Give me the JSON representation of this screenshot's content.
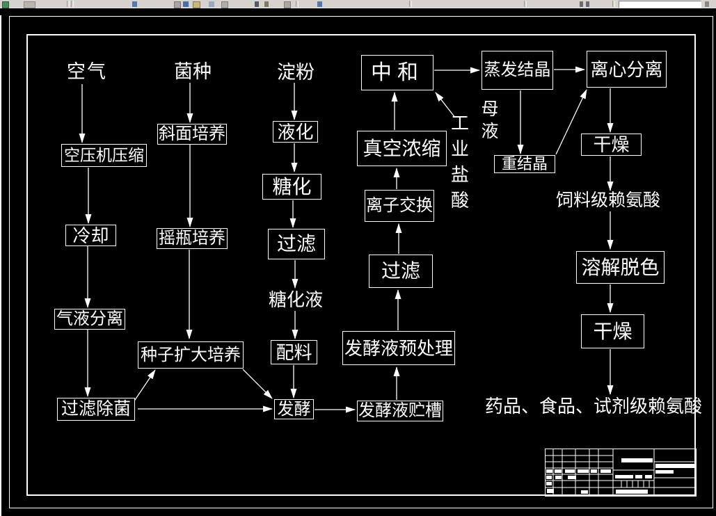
{
  "colors": {
    "canvas_bg": "#000000",
    "line": "#ffffff",
    "toolbar_bg": "#d6d3ce"
  },
  "toolbar": {
    "icons": [
      "icon-fragment-green",
      "icon-fragment-gray",
      "toolbar-separator",
      "icon-fragment-blue",
      "icon-fragment-cluster",
      "icon-fragment-marks",
      "combo-field-cropped"
    ]
  },
  "diagram": {
    "labels": {
      "air": "空气",
      "strain": "菌种",
      "starch": "淀粉",
      "compress": "空压机压缩",
      "cooling": "冷却",
      "gas_liquid_sep": "气液分离",
      "filter_sterilize": "过滤除菌",
      "slant_culture": "斜面培养",
      "shake_flask": "摇瓶培养",
      "seed_expand": "种子扩大培养",
      "liquefy": "液化",
      "saccharify": "糖化",
      "filter1": "过滤",
      "sacch_liquid": "糖化液",
      "batching": "配料",
      "ferment": "发酵",
      "broth_tank": "发酵液贮槽",
      "broth_pretreat": "发酵液预处理",
      "filter2": "过滤",
      "ion_exchange": "离子交换",
      "vacuum_concentrate": "真空浓缩",
      "neutralize": "中和",
      "industrial_hcl": "工业盐酸",
      "evap_crystal": "蒸发结晶",
      "centrifuge": "离心分离",
      "mother_liquor": "母液",
      "recrystal": "重结晶",
      "dry1": "干燥",
      "feed_grade": "饲料级赖氨酸",
      "dissolve_decolor": "溶解脱色",
      "dry2": "干燥",
      "final_grade": "药品、食品、试剂级赖氨酸"
    }
  }
}
